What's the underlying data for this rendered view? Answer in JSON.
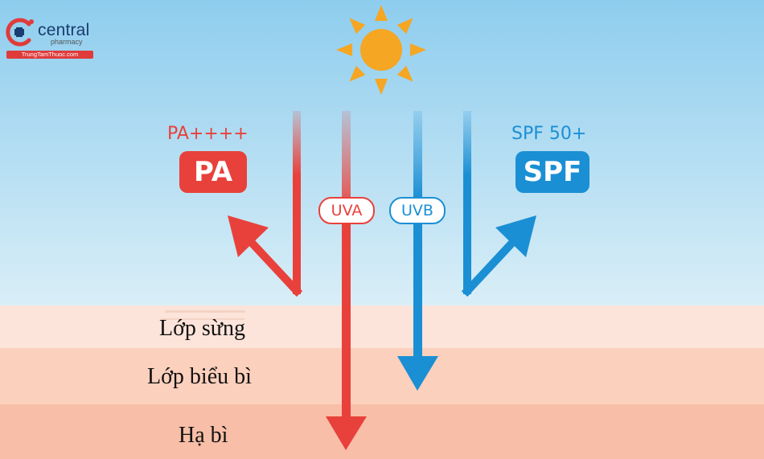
{
  "brand": {
    "name": "central",
    "subtitle": "pharmacy",
    "website": "TrungTamThuoc.com"
  },
  "colors": {
    "uva_red": "#e8413b",
    "uvb_blue": "#1b8fd4",
    "sun_orange": "#f5a623",
    "sky_top": "#8ecdee",
    "sky_bottom": "#d9eef7",
    "brand_navy": "#1a3c6e"
  },
  "icons": {
    "sun": "sun-icon",
    "logo": "pharmacy-cross-logo-icon"
  },
  "pa_block": {
    "rating": "PA++++",
    "badge": "PA"
  },
  "spf_block": {
    "rating": "SPF 50+",
    "badge": "SPF"
  },
  "rays": {
    "uva_label": "UVA",
    "uvb_label": "UVB"
  },
  "skin_layers": [
    {
      "name": "Lớp sừng",
      "color": "#fde4da"
    },
    {
      "name": "Lớp biểu bì",
      "color": "#fbd0bd"
    },
    {
      "name": "Hạ bì",
      "color": "#f8bea7"
    }
  ]
}
